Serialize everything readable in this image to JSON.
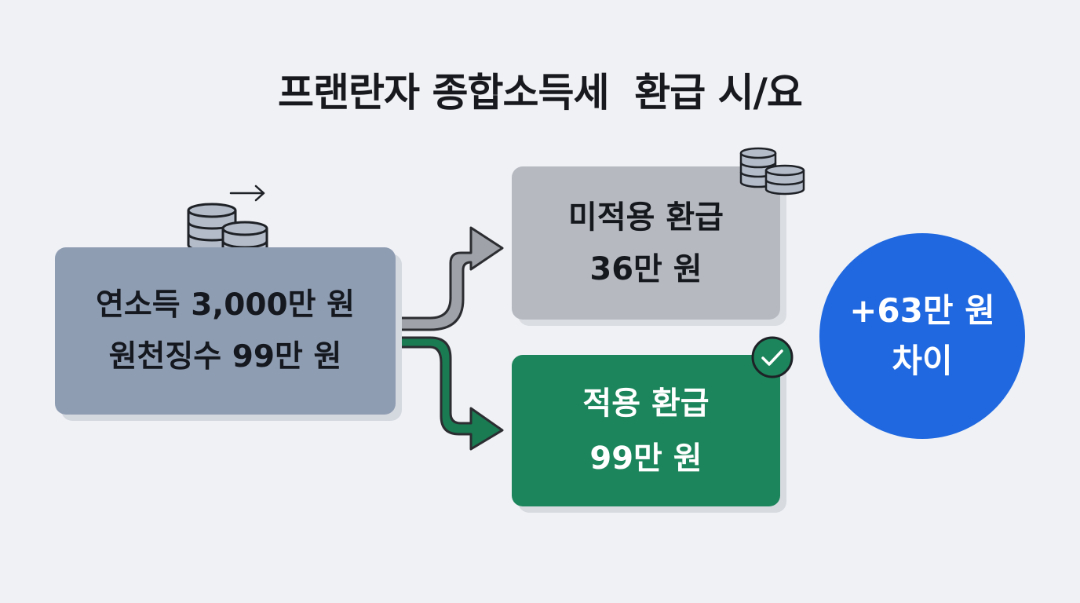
{
  "title": "프랜란자 종합소득세  환급 시/요",
  "source": {
    "line1": "연소득 3,000만 원",
    "line2": "원천징수 99만 원"
  },
  "unapplied": {
    "line1": "미적용 환급",
    "line2": "36만 원"
  },
  "applied": {
    "line1": "적용 환급",
    "line2": "99만 원"
  },
  "difference": {
    "line1": "+63만 원",
    "line2": "차이"
  },
  "icons": [
    "coin-stack-icon",
    "right-arrow-icon",
    "coin-stack-icon",
    "checkmark-icon"
  ],
  "colors": {
    "background": "#eff1f5",
    "source_box": "#8f9db3",
    "unapplied_box": "#b6b9c0",
    "applied_box": "#1c855b",
    "difference_circle": "#1f68e0",
    "unapplied_connector": "#9fa2a8",
    "applied_connector": "#1a7a52"
  }
}
